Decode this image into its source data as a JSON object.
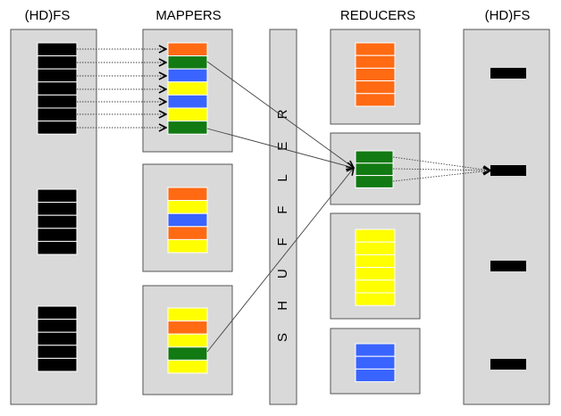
{
  "labels": {
    "hdfs_in": "(HD)FS",
    "mappers": "MAPPERS",
    "reducers": "REDUCERS",
    "hdfs_out": "(HD)FS"
  },
  "shuffler_letters": [
    "S",
    "H",
    "U",
    "F",
    "F",
    "L",
    "E",
    "R"
  ],
  "colors": {
    "panel": "#d9d9d9",
    "orange": "#ff6a13",
    "green": "#127a12",
    "blue": "#3a64ff",
    "yellow": "#ffff00",
    "black": "#000000"
  },
  "mapper_blocks": [
    [
      "orange",
      "green",
      "blue",
      "yellow",
      "blue",
      "yellow",
      "green"
    ],
    [
      "orange",
      "yellow",
      "blue",
      "orange",
      "yellow"
    ],
    [
      "yellow",
      "orange",
      "yellow",
      "green",
      "yellow"
    ]
  ],
  "reducer_blocks": [
    [
      "orange",
      "orange",
      "orange",
      "orange",
      "orange"
    ],
    [
      "green",
      "green",
      "green"
    ],
    [
      "yellow",
      "yellow",
      "yellow",
      "yellow",
      "yellow",
      "yellow"
    ],
    [
      "blue",
      "blue",
      "blue"
    ]
  ]
}
